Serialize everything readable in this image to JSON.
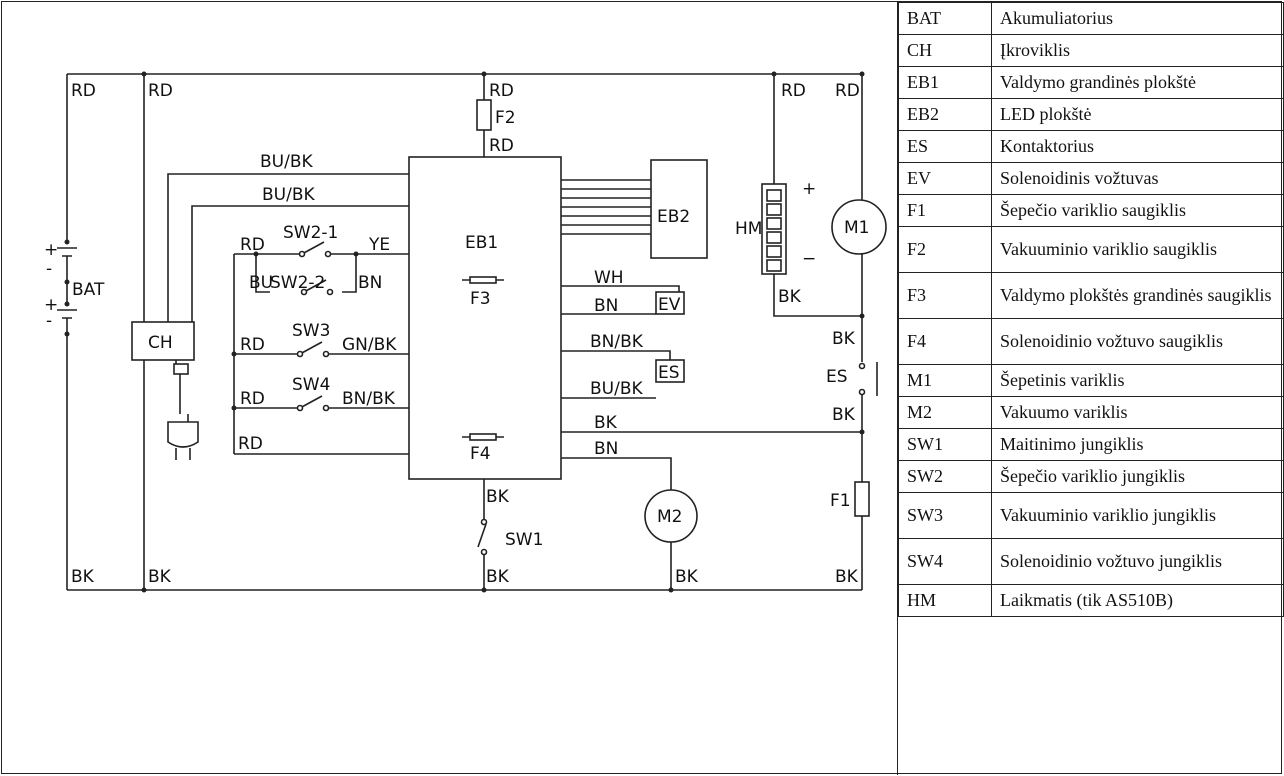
{
  "diagram": {
    "components": {
      "bat": "BAT",
      "ch": "CH",
      "eb1": "EB1",
      "eb2": "EB2",
      "f2": "F2",
      "f3": "F3",
      "f4": "F4",
      "hm": "HM",
      "m1": "M1",
      "m2": "M2",
      "ev": "EV",
      "es_box": "ES",
      "es": "ES",
      "f1": "F1",
      "sw1": "SW1",
      "sw2_1": "SW2-1",
      "sw2_2": "SW2-2",
      "sw3": "SW3",
      "sw4": "SW4"
    },
    "wires": {
      "rd_l1": "RD",
      "rd_l2": "RD",
      "bk_l1": "BK",
      "bk_l2": "BK",
      "rd_f2_top": "RD",
      "rd_f2_bot": "RD",
      "rd_r1": "RD",
      "rd_r2": "RD",
      "bk_br": "BK",
      "bubk1": "BU/BK",
      "bubk2": "BU/BK",
      "rd_sw2": "RD",
      "ye": "YE",
      "bu": "BU",
      "bn_sw2": "BN",
      "rd_sw3": "RD",
      "gnbk": "GN/BK",
      "rd_sw4": "RD",
      "bnbk_sw4": "BN/BK",
      "rd_bot": "RD",
      "wh": "WH",
      "bn_ev": "BN",
      "bnbk_es": "BN/BK",
      "bubk_es": "BU/BK",
      "bk_es": "BK",
      "bn_m2": "BN",
      "bk_sw1_top": "BK",
      "bk_sw1_bot": "BK",
      "bk_m2": "BK",
      "bk_hm": "BK",
      "bk_es_top": "BK",
      "bk_es_bot": "BK",
      "plus1": "+",
      "minus1": "-",
      "plus2": "+",
      "minus2": "-",
      "hm_plus": "+",
      "hm_minus": "−"
    }
  },
  "legend": [
    {
      "code": "BAT",
      "desc": "Akumuliatorius"
    },
    {
      "code": "CH",
      "desc": "Įkroviklis"
    },
    {
      "code": "EB1",
      "desc": "Valdymo grandinės plokštė"
    },
    {
      "code": "EB2",
      "desc": "LED plokštė"
    },
    {
      "code": "ES",
      "desc": "Kontaktorius"
    },
    {
      "code": "EV",
      "desc": "Solenoidinis vožtuvas"
    },
    {
      "code": "F1",
      "desc": "Šepečio variklio saugiklis"
    },
    {
      "code": "F2",
      "desc": "Vakuuminio variklio saugiklis"
    },
    {
      "code": "F3",
      "desc": "Valdymo plokštės grandinės saugiklis"
    },
    {
      "code": "F4",
      "desc": "Solenoidinio vožtuvo saugiklis"
    },
    {
      "code": "M1",
      "desc": "Šepetinis variklis"
    },
    {
      "code": "M2",
      "desc": "Vakuumo variklis"
    },
    {
      "code": "SW1",
      "desc": "Maitinimo jungiklis"
    },
    {
      "code": "SW2",
      "desc": "Šepečio variklio jungiklis"
    },
    {
      "code": "SW3",
      "desc": "Vakuuminio variklio jungiklis"
    },
    {
      "code": "SW4",
      "desc": "Solenoidinio vožtuvo jungiklis"
    },
    {
      "code": "HM",
      "desc": "Laikmatis (tik AS510B)"
    }
  ]
}
